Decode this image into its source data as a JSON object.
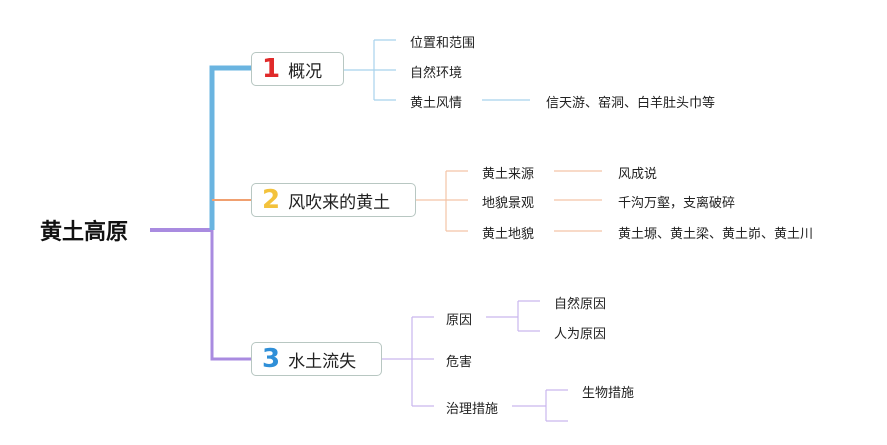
{
  "root": "黄土高原",
  "colors": {
    "blue": "#6ab4e0",
    "orange": "#f0a070",
    "purple": "#a98be0",
    "red": "#e02a2a",
    "yellow": "#f3c23c",
    "num_blue": "#2f8fd8"
  },
  "branches": [
    {
      "num": "1",
      "label": "概况",
      "items": [
        {
          "text": "位置和范围"
        },
        {
          "text": "自然环境"
        },
        {
          "text": "黄土风情",
          "detail": "信天游、窑洞、白羊肚头巾等"
        }
      ]
    },
    {
      "num": "2",
      "label": "风吹来的黄土",
      "items": [
        {
          "text": "黄土来源",
          "detail": "风成说"
        },
        {
          "text": "地貌景观",
          "detail": "千沟万壑，支离破碎"
        },
        {
          "text": "黄土地貌",
          "detail": "黄土塬、黄土梁、黄土峁、黄土川"
        }
      ]
    },
    {
      "num": "3",
      "label": "水土流失",
      "items": [
        {
          "text": "原因",
          "children": [
            "自然原因",
            "人为原因"
          ]
        },
        {
          "text": "危害"
        },
        {
          "text": "治理措施",
          "children": [
            "生物措施"
          ]
        }
      ]
    }
  ]
}
